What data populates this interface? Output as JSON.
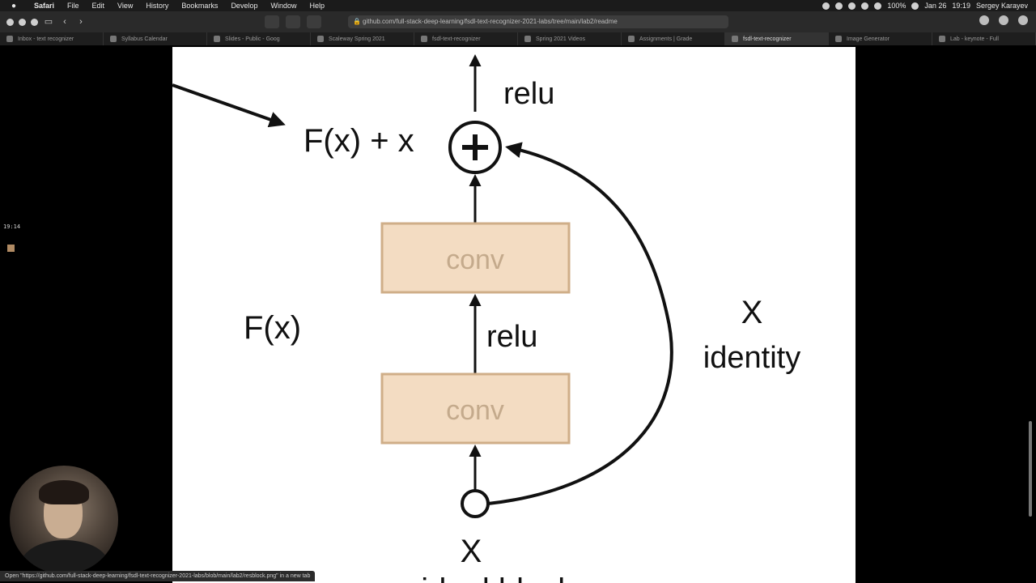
{
  "menubar": {
    "app": "Safari",
    "items": [
      "File",
      "Edit",
      "View",
      "History",
      "Bookmarks",
      "Develop",
      "Window",
      "Help"
    ],
    "battery": "100%",
    "date": "Jan 26",
    "time": "19:19",
    "user": "Sergey Karayev"
  },
  "toolbar": {
    "url": "github.com/full-stack-deep-learning/fsdl-text-recognizer-2021-labs/tree/main/lab2/readme"
  },
  "tabs": [
    {
      "label": "Inbox - text recognizer",
      "active": false
    },
    {
      "label": "Syllabus Calendar",
      "active": false
    },
    {
      "label": "Slides - Public - Goog",
      "active": false
    },
    {
      "label": "Scaleway Spring 2021",
      "active": false
    },
    {
      "label": "fsdl-text-recognizer",
      "active": false
    },
    {
      "label": "Spring 2021 Videos",
      "active": false
    },
    {
      "label": "Assignments | Grade",
      "active": false
    },
    {
      "label": "fsdl-text-recognizer",
      "active": true
    },
    {
      "label": "Image Generator",
      "active": false
    },
    {
      "label": "Lab - keynote - Full",
      "active": false
    }
  ],
  "sidebar": {
    "time": "19:14"
  },
  "diagram": {
    "relu_top": "relu",
    "sum": "F(x) + x",
    "plus": "+",
    "conv_top": "conv",
    "relu_mid": "relu",
    "conv_bottom": "conv",
    "fx": "F(x)",
    "identity_x": "X",
    "identity": "identity",
    "input_x": "X",
    "caption": "residual block"
  },
  "status": {
    "text": "Open \"https://github.com/full-stack-deep-learning/fsdl-text-recognizer-2021-labs/blob/main/lab2/resblock.png\" in a new tab"
  }
}
